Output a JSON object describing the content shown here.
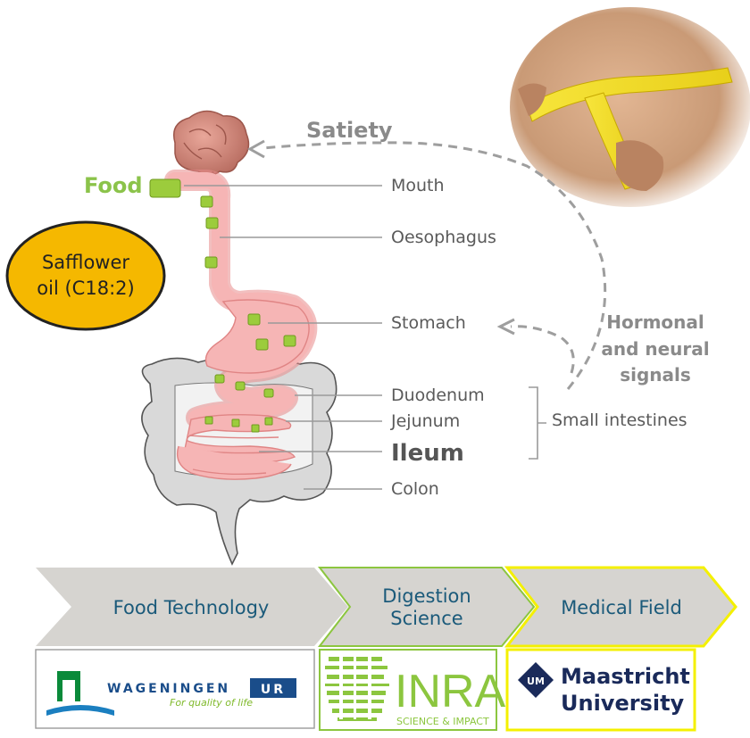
{
  "labels": {
    "satiety": "Satiety",
    "food": "Food",
    "mouth": "Mouth",
    "oesophagus": "Oesophagus",
    "stomach": "Stomach",
    "duodenum": "Duodenum",
    "jejunum": "Jejunum",
    "ileum": "Ileum",
    "colon": "Colon",
    "small_intestines": "Small intestines",
    "signals_line1": "Hormonal",
    "signals_line2": "and neural",
    "signals_line3": "signals"
  },
  "safflower": {
    "line1": "Safflower",
    "line2": "oil (C18:2)"
  },
  "bands": [
    {
      "line1": "Food Technology",
      "line2": ""
    },
    {
      "line1": "Digestion",
      "line2": "Science"
    },
    {
      "line1": "Medical Field",
      "line2": ""
    }
  ],
  "logos": {
    "wageningen_name": "WAGENINGEN",
    "wageningen_ur": "UR",
    "wageningen_tagline": "For quality of life",
    "inra_name": "INRA",
    "inra_tagline": "SCIENCE & IMPACT",
    "maastricht_line1": "Maastricht",
    "maastricht_line2": "University",
    "maastricht_badge": "UM"
  },
  "colors": {
    "food_green": "#8bc34a",
    "tract_pink": "#f4a6a6",
    "safflower_gold": "#f5b800",
    "band_gray": "#d6d4d0",
    "inra_green": "#8cc63f",
    "maastricht_yellow": "#f4f000",
    "band_text": "#1b5a7a"
  },
  "icons": [
    "brain-icon",
    "waist-measurement-photo",
    "wageningen-logo",
    "inra-logo",
    "maastricht-logo"
  ]
}
